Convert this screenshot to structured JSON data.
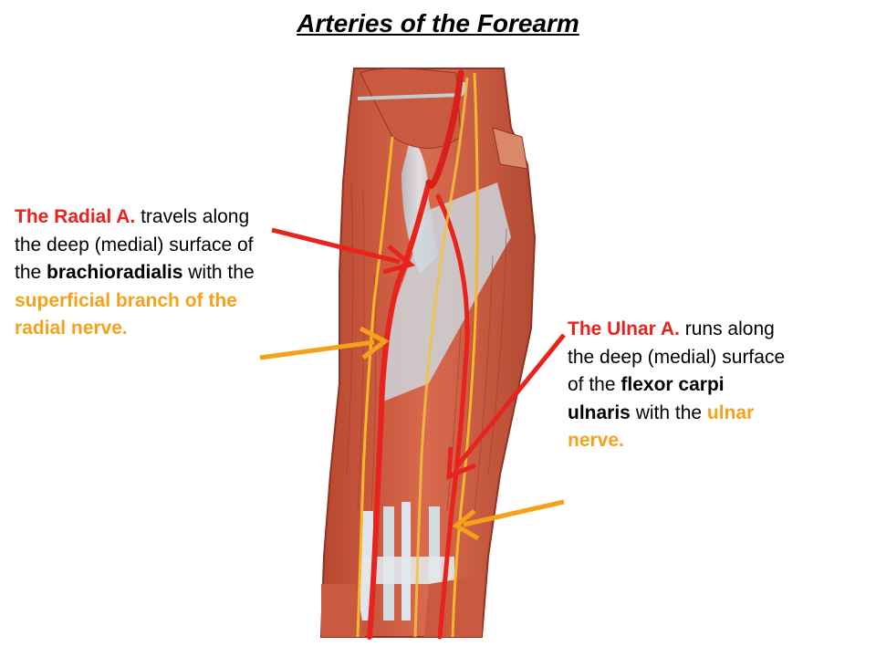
{
  "title": "Arteries of the Forearm",
  "colors": {
    "artery_red": "#e8231e",
    "nerve_orange": "#f5a21b",
    "muscle": "#c8553d",
    "tendon": "#cfd6dc"
  },
  "radial": {
    "artery_name": "The Radial A.",
    "text1": " travels along the deep (medial) surface of the ",
    "muscle": "brachioradialis",
    "text2": " with the ",
    "nerve": "superficial branch of the radial nerve."
  },
  "ulnar": {
    "artery_name": "The Ulnar A.",
    "text1": " runs along the deep (medial) surface of the ",
    "muscle": "flexor carpi ulnaris",
    "text2": " with the ",
    "nerve": "ulnar nerve."
  }
}
